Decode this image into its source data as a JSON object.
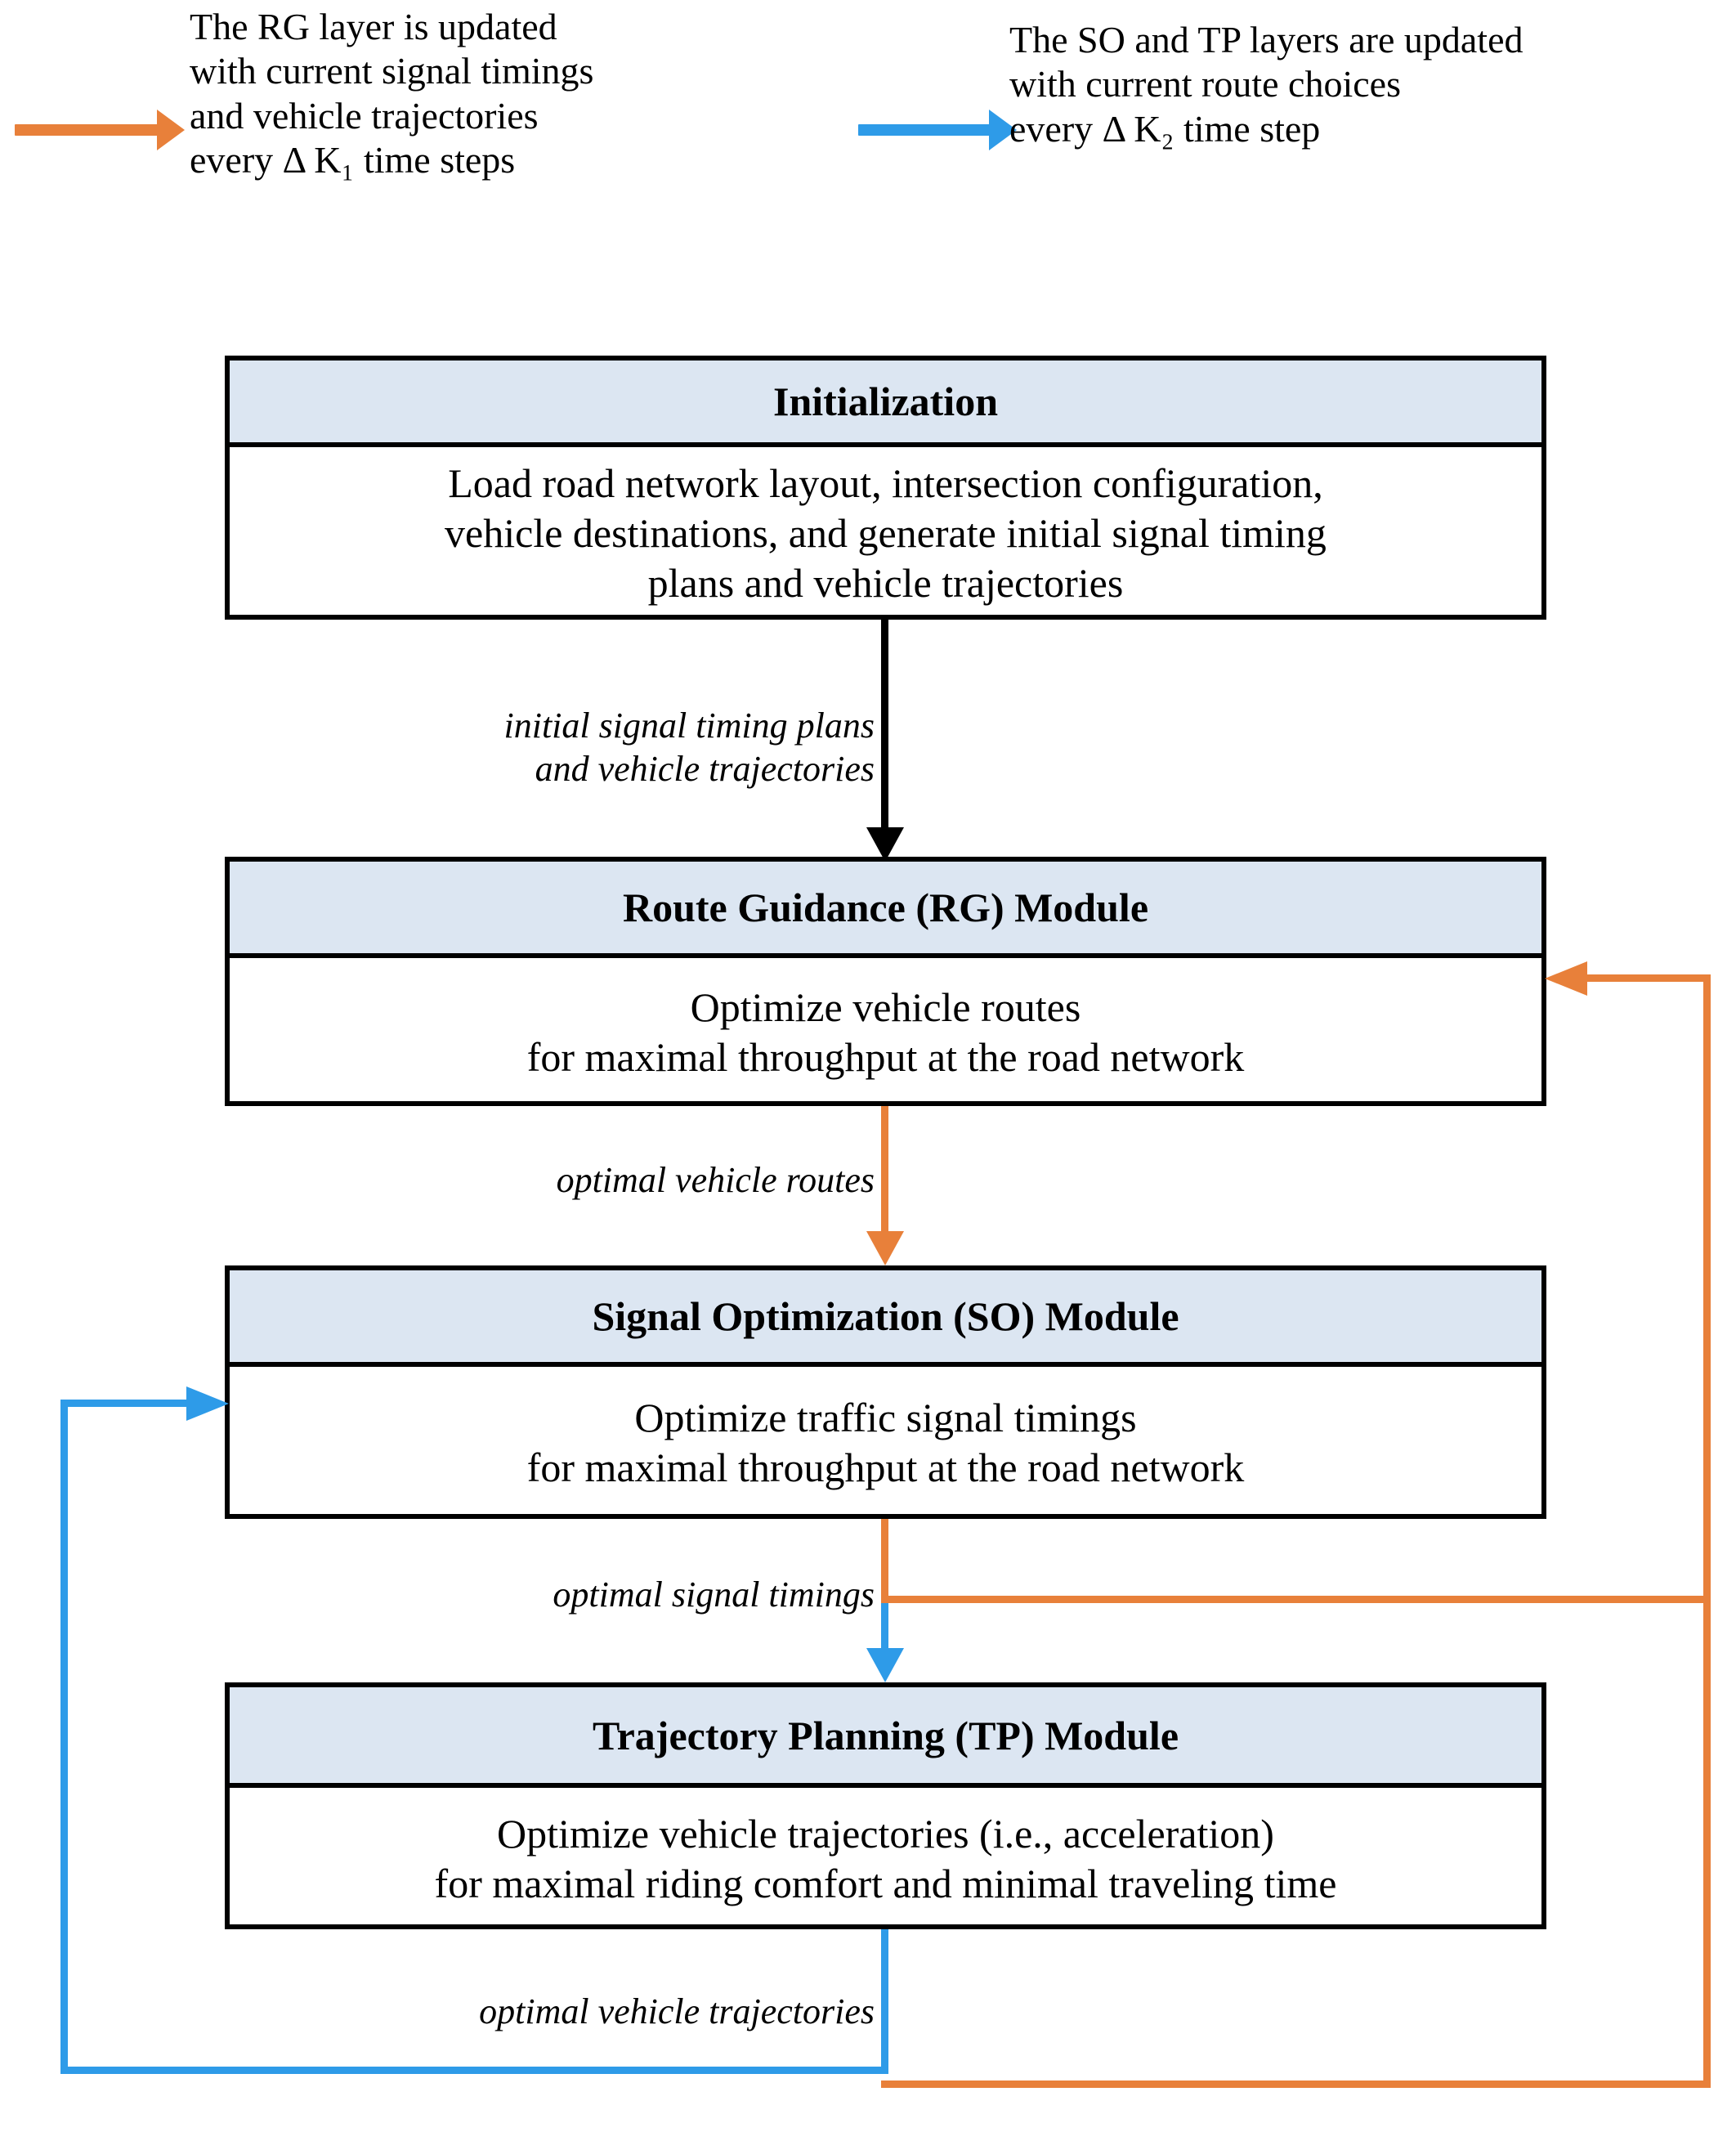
{
  "diagram": {
    "title": "Hierarchical traffic control framework flowchart",
    "colors": {
      "orange": "#E8803A",
      "blue": "#2E9BE8",
      "header_fill": "#DCE6F2",
      "border": "#000000",
      "background": "#FFFFFF"
    }
  },
  "legend": {
    "left": {
      "arrow_color": "#E8803A",
      "text": "The RG layer is updated\nwith current signal timings\nand vehicle trajectories\nevery  Δ K₁ time steps"
    },
    "right": {
      "arrow_color": "#2E9BE8",
      "text": "The SO and TP layers are updated\nwith current route choices\nevery  Δ K₂ time step"
    }
  },
  "boxes": [
    {
      "id": "initialization",
      "title": "Initialization",
      "body": "Load road network layout, intersection configuration,\nvehicle destinations, and generate initial signal timing\nplans and vehicle trajectories"
    },
    {
      "id": "route-guidance",
      "title": "Route Guidance (RG) Module",
      "body": "Optimize vehicle routes\nfor maximal throughput at the road network"
    },
    {
      "id": "signal-optimization",
      "title": "Signal Optimization (SO) Module",
      "body": "Optimize traffic signal timings\nfor maximal throughput at the road network"
    },
    {
      "id": "trajectory-planning",
      "title": "Trajectory Planning (TP) Module",
      "body": "Optimize vehicle trajectories (i.e., acceleration)\nfor maximal riding comfort and minimal traveling time"
    }
  ],
  "edges": [
    {
      "id": "init-to-rg",
      "label": "initial signal timing plans\nand vehicle trajectories",
      "color": "#000000"
    },
    {
      "id": "rg-to-so",
      "label": "optimal vehicle routes",
      "color": "#E8803A"
    },
    {
      "id": "so-to-tp",
      "label": "optimal signal timings",
      "color": "#2E9BE8"
    },
    {
      "id": "tp-feedback",
      "label": "optimal vehicle trajectories",
      "color": "#2E9BE8"
    }
  ]
}
